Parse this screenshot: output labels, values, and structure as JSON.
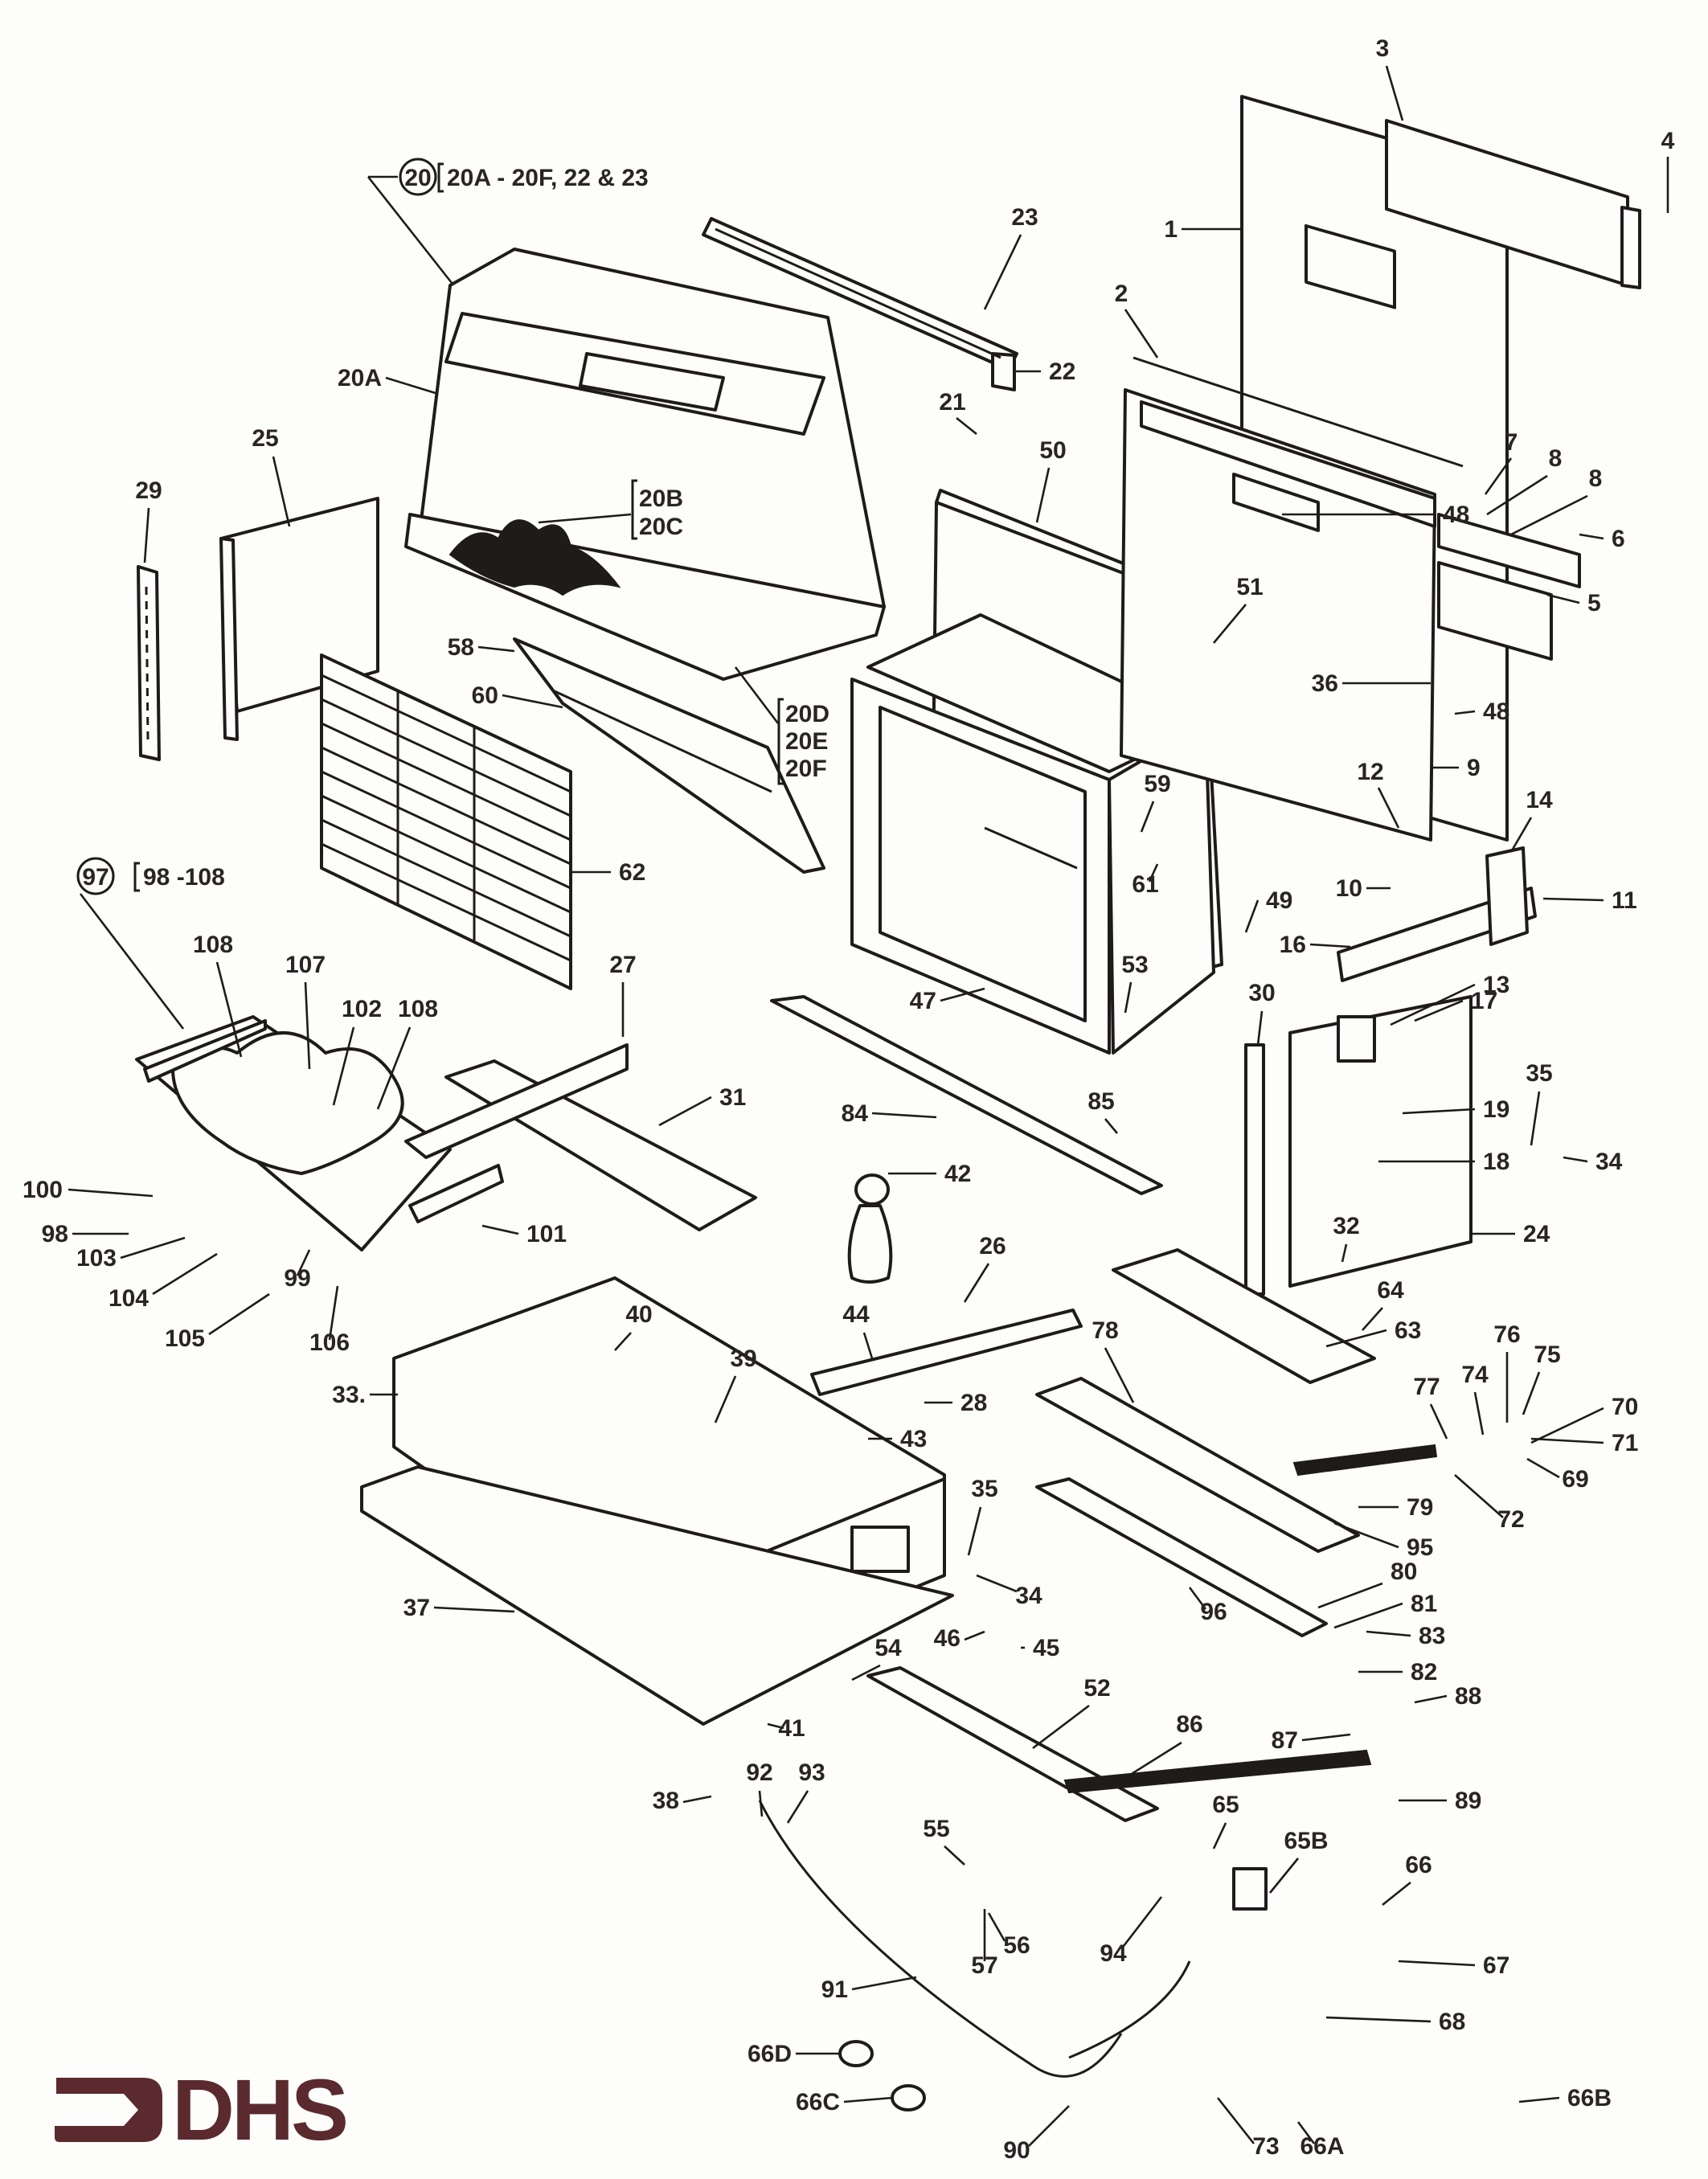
{
  "title": "Exploded parts diagram",
  "groups": [
    {
      "number": "20",
      "members": "20A - 20F, 22 & 23"
    },
    {
      "number": "97",
      "members": "98 -108"
    }
  ],
  "bracket_labels": {
    "b20bc": [
      "20B",
      "20C"
    ],
    "b20def": [
      "20D",
      "20E",
      "20F"
    ]
  },
  "labels": {
    "l1": "1",
    "l2": "2",
    "l3": "3",
    "l4": "4",
    "l5": "5",
    "l6": "6",
    "l7": "7",
    "l8a": "8",
    "l8b": "8",
    "l9": "9",
    "l10": "10",
    "l11": "11",
    "l12": "12",
    "l13": "13",
    "l14": "14",
    "l16": "16",
    "l17": "17",
    "l18": "18",
    "l19": "19",
    "l20A": "20A",
    "l21": "21",
    "l22": "22",
    "l23": "23",
    "l24": "24",
    "l25": "25",
    "l26": "26",
    "l27": "27",
    "l28": "28",
    "l29": "29",
    "l30": "30",
    "l31": "31",
    "l32": "32",
    "l33": "33.",
    "l34a": "34",
    "l34b": "34",
    "l35a": "35",
    "l35b": "35",
    "l36": "36",
    "l37": "37",
    "l38": "38",
    "l39": "39",
    "l40": "40",
    "l41": "41",
    "l42": "42",
    "l43": "43",
    "l44": "44",
    "l45": "45",
    "l46": "46",
    "l47": "47",
    "l48a": "48",
    "l48b": "48",
    "l49": "49",
    "l50": "50",
    "l51": "51",
    "l52": "52",
    "l53": "53",
    "l54": "54",
    "l55": "55",
    "l56": "56",
    "l57": "57",
    "l58": "58",
    "l59": "59",
    "l60": "60",
    "l61": "61",
    "l62": "62",
    "l63": "63",
    "l64": "64",
    "l65": "65",
    "l65B": "65B",
    "l66": "66",
    "l66A": "66A",
    "l66B": "66B",
    "l66C": "66C",
    "l66D": "66D",
    "l67": "67",
    "l68": "68",
    "l69": "69",
    "l70": "70",
    "l71": "71",
    "l72": "72",
    "l73": "73",
    "l74": "74",
    "l75": "75",
    "l76": "76",
    "l77": "77",
    "l78": "78",
    "l79": "79",
    "l80": "80",
    "l81": "81",
    "l82": "82",
    "l83": "83",
    "l84": "84",
    "l85": "85",
    "l86": "86",
    "l87": "87",
    "l88": "88",
    "l89": "89",
    "l90": "90",
    "l91": "91",
    "l92": "92",
    "l93": "93",
    "l94": "94",
    "l95": "95",
    "l96": "96",
    "l98": "98",
    "l99": "99",
    "l100": "100",
    "l101": "101",
    "l102": "102",
    "l103": "103",
    "l104": "104",
    "l105": "105",
    "l106": "106",
    "l107": "107",
    "l108a": "108",
    "l108b": "108"
  },
  "logo": {
    "text": "DHS",
    "color": "#5a2a2e"
  }
}
